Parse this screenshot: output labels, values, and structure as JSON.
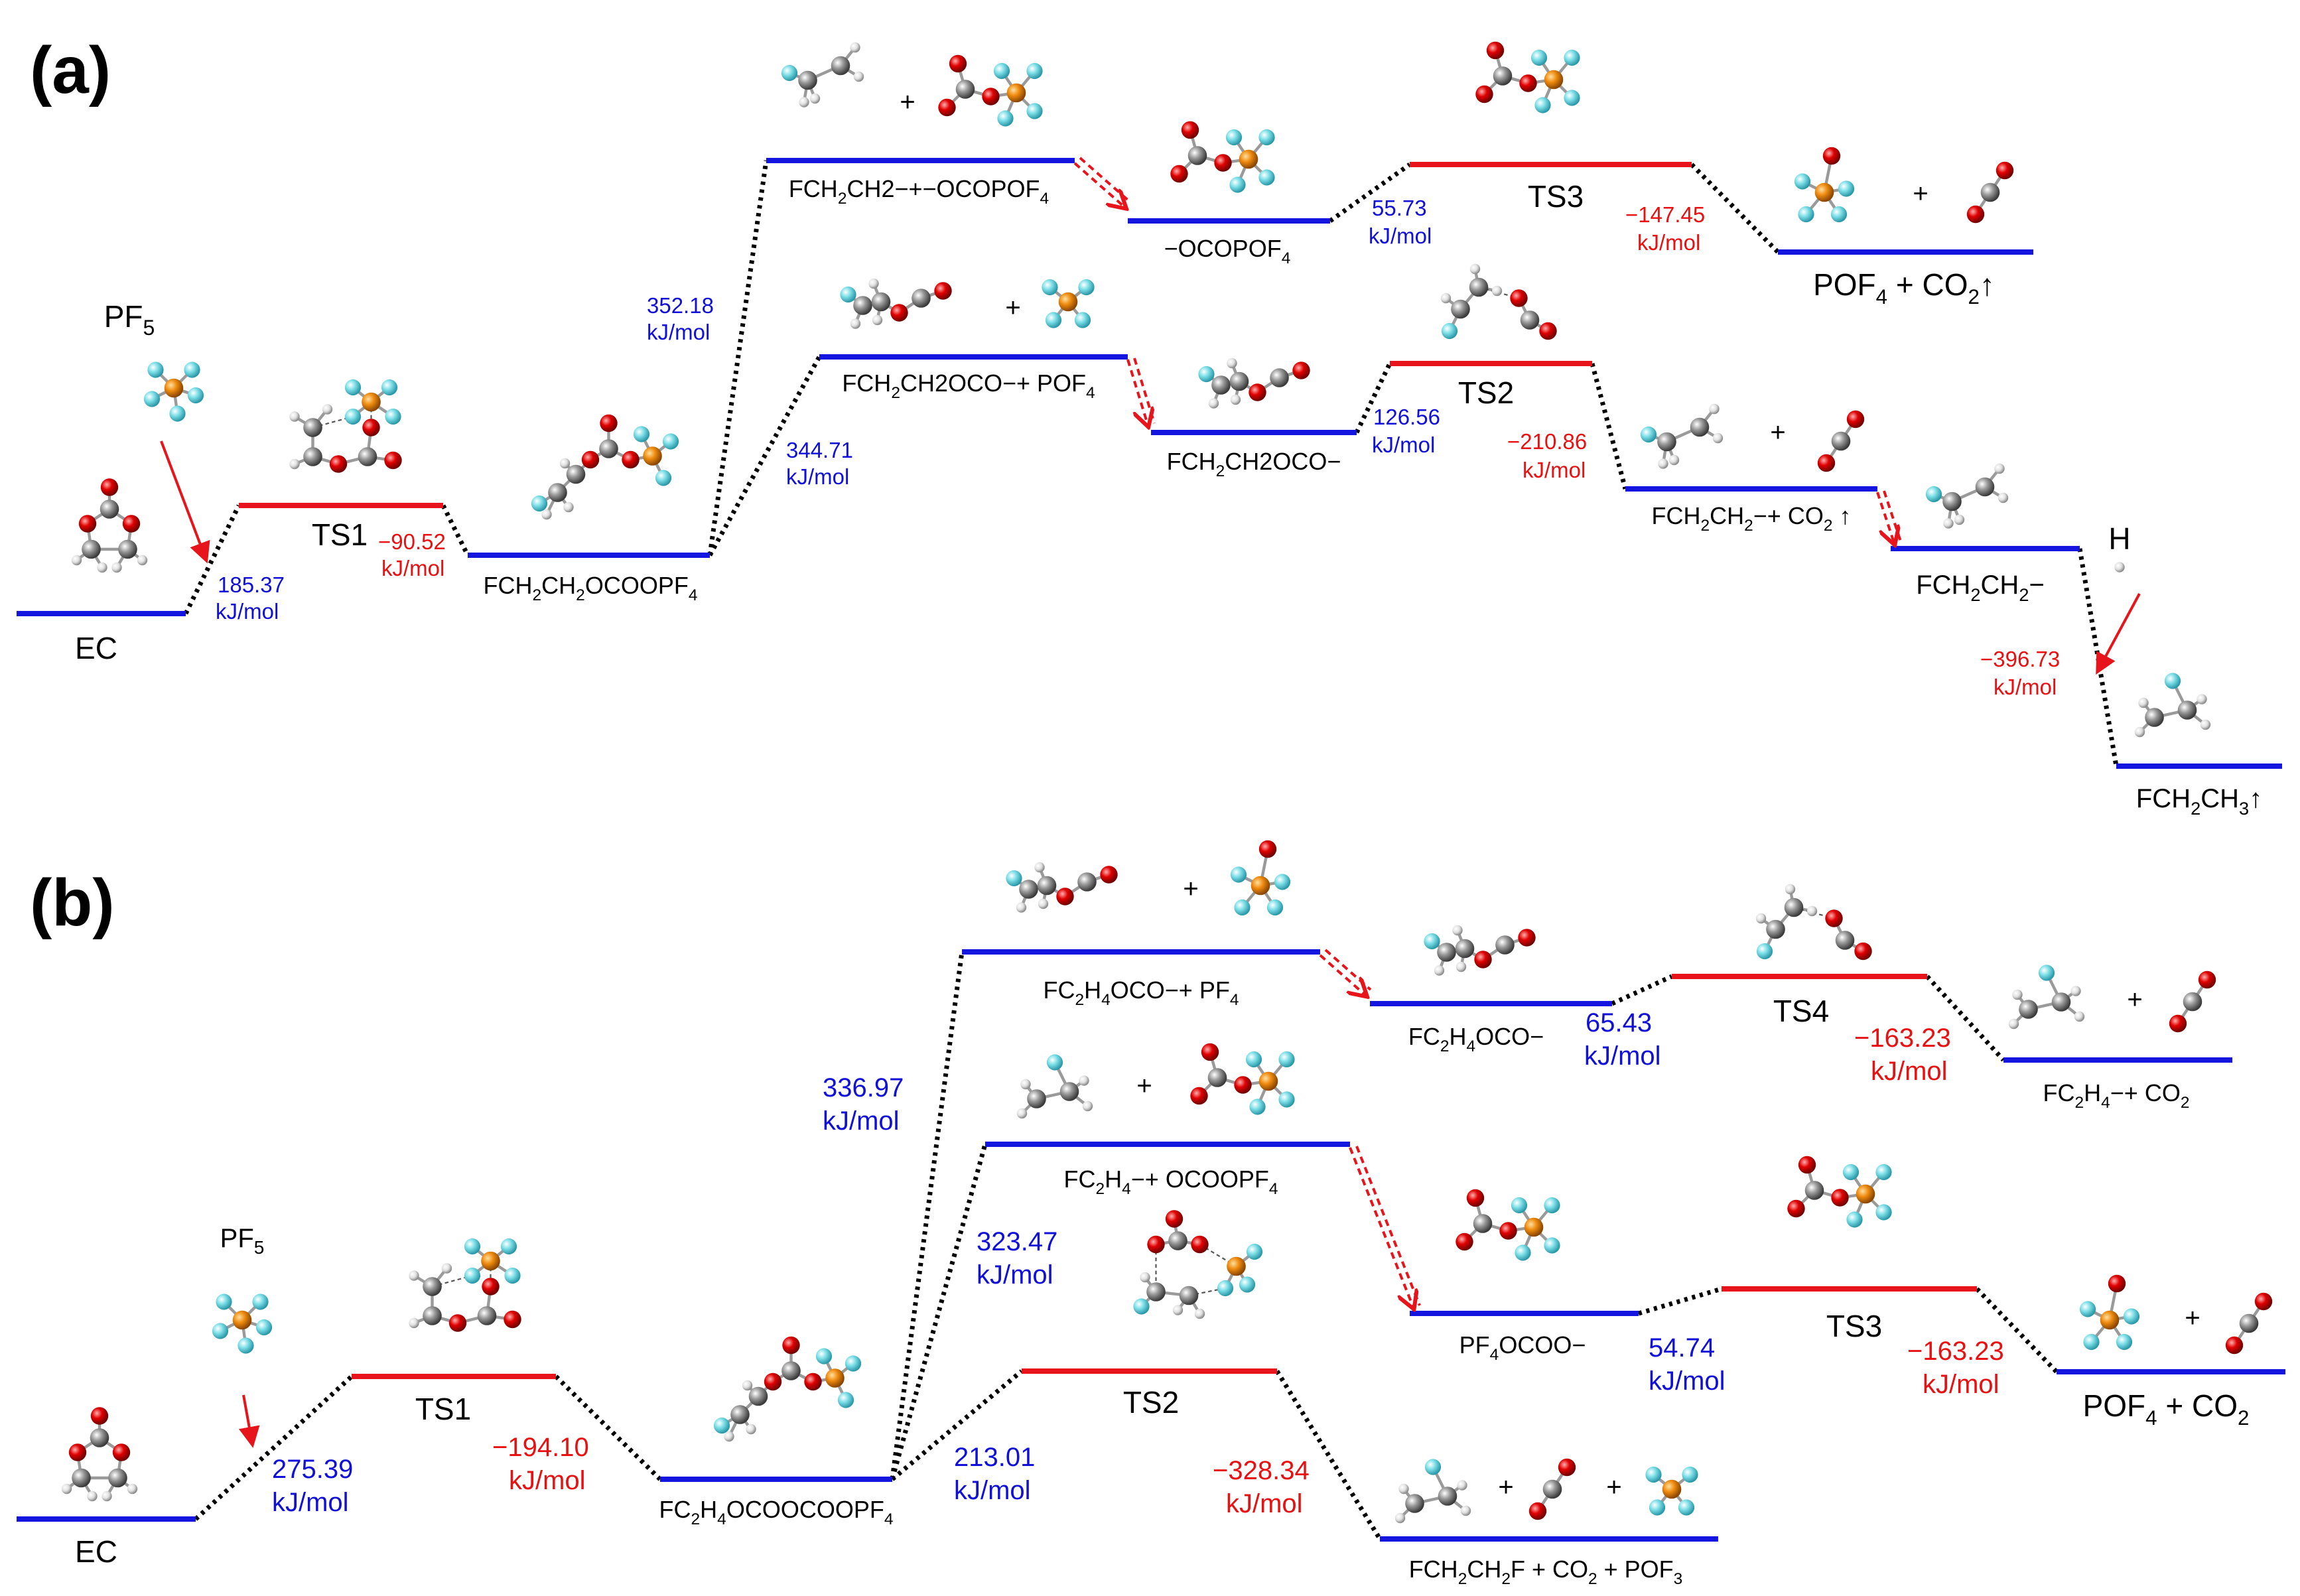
{
  "panel_a": {
    "tag": "(a)",
    "labels": {
      "ec": "EC",
      "pf5_base": "PF",
      "pf5_sub": "5",
      "ts1": "TS1",
      "int1_parts": [
        "FCH",
        "2",
        "CH",
        "2",
        "OCOOPF",
        "4"
      ],
      "upper_left_parts": [
        "FCH",
        "2",
        "CH2−+−OCOPOF",
        "4"
      ],
      "ocopof4_parts": [
        "−OCOPOF",
        "4"
      ],
      "ts3": "TS3",
      "pof4_co2_parts": [
        "POF",
        "4",
        " + CO",
        "2",
        "↑"
      ],
      "lower_mid_parts": [
        "FCH",
        "2",
        "CH2OCO−+ POF",
        "4"
      ],
      "fch2ch2oco_parts": [
        "FCH",
        "2",
        "CH2OCO−"
      ],
      "ts2": "TS2",
      "fch2ch2_co2_parts": [
        "FCH",
        "2",
        "CH",
        "2",
        "−+ CO",
        "2",
        " ↑"
      ],
      "fch2ch2_parts": [
        "FCH",
        "2",
        "CH",
        "2",
        "−"
      ],
      "h": "H",
      "fch2ch3_parts": [
        "FCH",
        "2",
        "CH",
        "3",
        "↑"
      ]
    },
    "energies": {
      "e185": "185.37",
      "e_90": "−90.52",
      "e352": "352.18",
      "e344": "344.71",
      "e55": "55.73",
      "e_147": "−147.45",
      "e126": "126.56",
      "e_210": "−210.86",
      "e_396": "−396.73",
      "unit": "kJ/mol"
    }
  },
  "panel_b": {
    "tag": "(b)",
    "labels": {
      "ec": "EC",
      "pf5_base": "PF",
      "pf5_sub": "5",
      "ts1": "TS1",
      "int1_parts": [
        "FC",
        "2",
        "H",
        "4",
        "OCOOCOOPF",
        "4"
      ],
      "upper_parts": [
        "FC",
        "2",
        "H",
        "4",
        "OCO−+ PF",
        "4"
      ],
      "fc2h4oco_parts": [
        "FC",
        "2",
        "H",
        "4",
        "OCO−"
      ],
      "ts4": "TS4",
      "fc2h4_co2_parts": [
        "FC",
        "2",
        "H",
        "4",
        "−+ CO",
        "2"
      ],
      "mid_parts": [
        "FC",
        "2",
        "H",
        "4",
        "−+ OCOOPF",
        "4"
      ],
      "pf4ocoo_parts": [
        "PF",
        "4",
        "OCOO−"
      ],
      "ts3": "TS3",
      "pof4_co2_parts": [
        "POF",
        "4",
        " + CO",
        "2"
      ],
      "ts2": "TS2",
      "final_parts": [
        "FCH",
        "2",
        "CH",
        "2",
        "F + CO",
        "2",
        " + POF",
        "3"
      ]
    },
    "energies": {
      "e275": "275.39",
      "e_194": "−194.10",
      "e336": "336.97",
      "e323": "323.47",
      "e213": "213.01",
      "e_328": "−328.34",
      "e65": "65.43",
      "e_163a": "−163.23",
      "e54": "54.74",
      "e_163b": "−163.23",
      "unit": "kJ/mol"
    }
  },
  "plus_sign": "+",
  "colors": {
    "blue_level": "#1515e0",
    "red_level": "#e8141b",
    "energy_blue": "#1010d8",
    "energy_red": "#e81010",
    "carbon": "#8a8a8a",
    "oxygen": "#e00000",
    "phosphorus": "#f08c10",
    "fluorine": "#7fe0e8",
    "hydrogen": "#e6e6e6"
  },
  "icons": [
    "molecule-ball-stick-icon"
  ]
}
